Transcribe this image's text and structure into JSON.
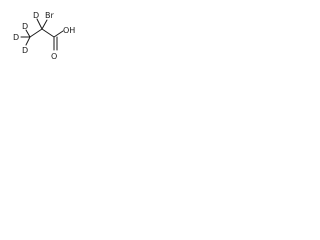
{
  "molecule": {
    "atoms": {
      "bromine": "Br",
      "deuterium_alpha": "D",
      "deuterium_methyl_top": "D",
      "deuterium_methyl_left": "D",
      "deuterium_methyl_bottom": "D",
      "oxygen_carbonyl": "O",
      "hydroxyl": "OH"
    }
  }
}
